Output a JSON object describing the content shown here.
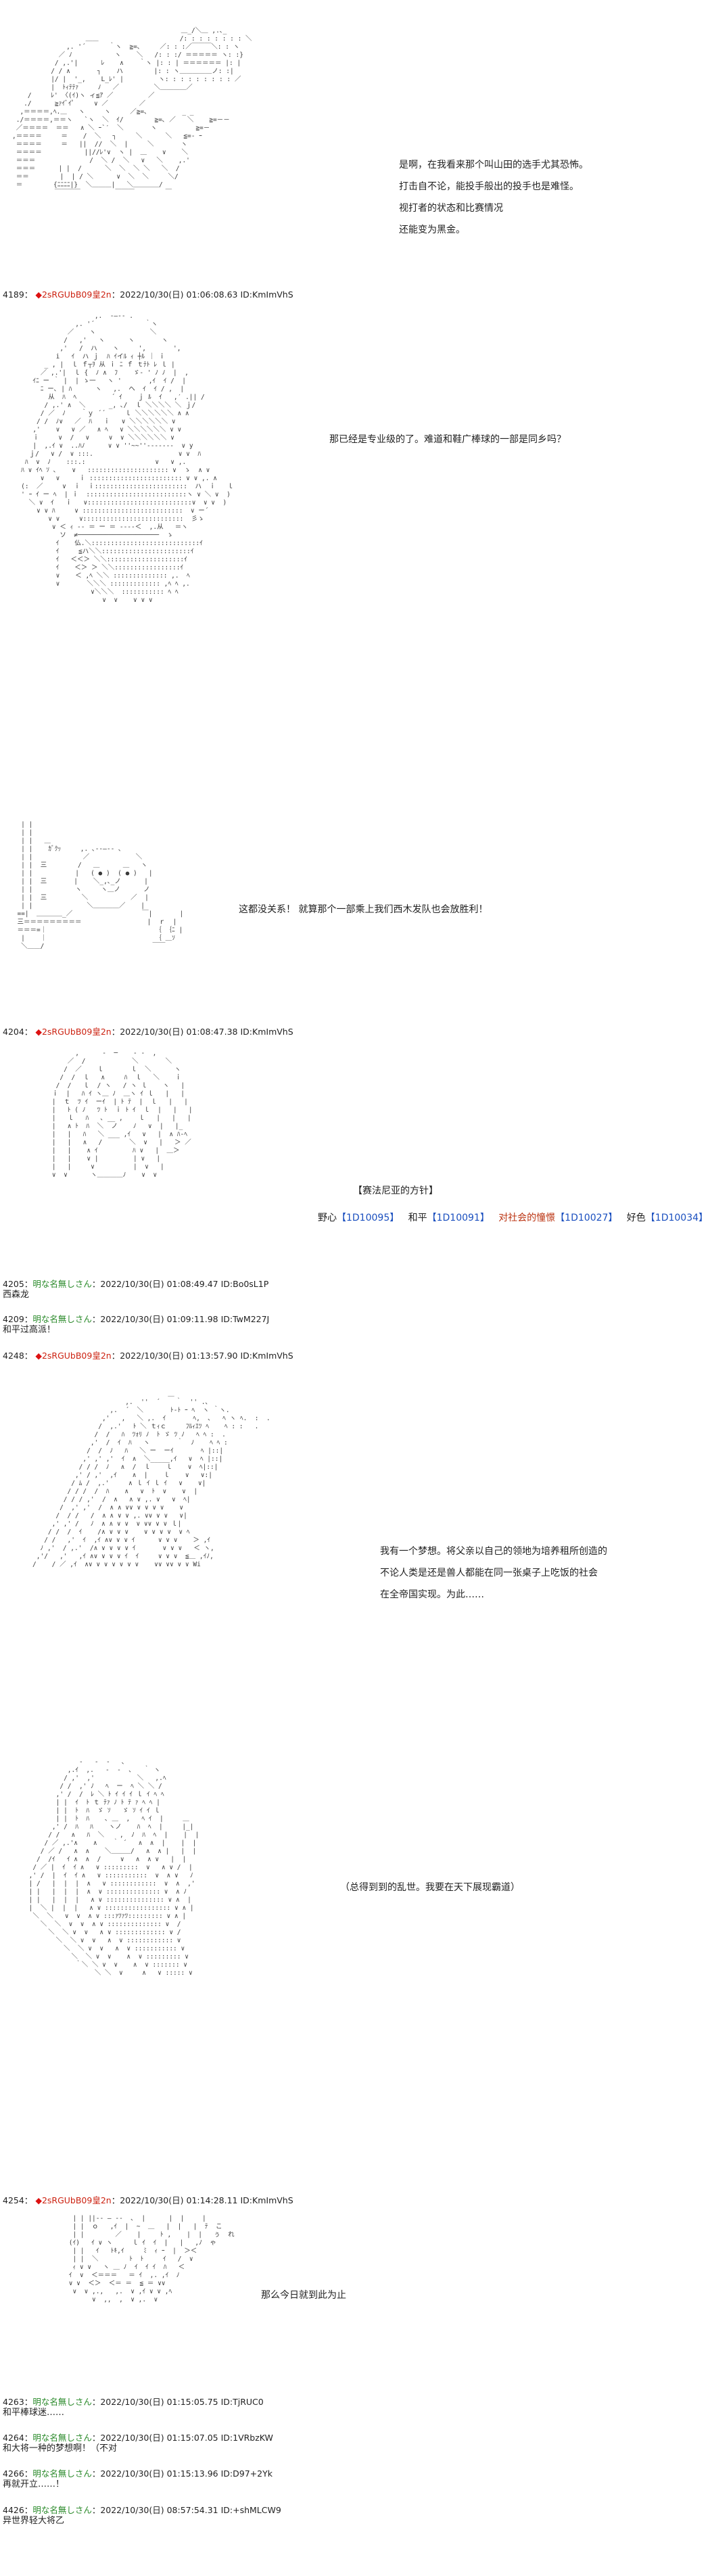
{
  "posts": [
    {
      "lines": [
        "是啊，在我看来那个叫山田的选手尤其恐怖。",
        "打击自不论，能投手般出的投手也是难怪。",
        "视打者的状态和比赛情况",
        "还能变为黑金。"
      ]
    },
    {
      "meta": {
        "number": "4189：",
        "diamond": "◆",
        "name": "2sRGUbB09皇2n",
        "date": "：2022/10/30(日) 01:06:08.63 ID:KmImVhS"
      },
      "lines": [
        "那已经是专业级的了。难道和鞋广棒球的一部是同乡吗？"
      ]
    },
    {
      "lines": [
        "这都没关系！ 就算那个一部乘上我们西木发队也会放胜利！"
      ]
    },
    {
      "meta": {
        "number": "4204：",
        "diamond": "◆",
        "name": "2sRGUbB09皇2n",
        "date": "：2022/10/30(日) 01:08:47.38 ID:KmImVhS"
      },
      "title": "【赛法尼亚的方针】",
      "options": [
        {
          "label": "野心",
          "ref": "【1D10095】"
        },
        {
          "label": "和平",
          "ref": "【1D10091】"
        },
        {
          "label": "对社会的憧憬",
          "ref": "【1D10027】"
        },
        {
          "label": "好色",
          "ref": "【1D10034】"
        }
      ]
    },
    {
      "meta": {
        "number": "4205：",
        "name": "明な名無しさん",
        "date": "：2022/10/30(日) 01:08:49.47 ID:Bo0sL1P"
      },
      "reply": "西森龙"
    },
    {
      "meta": {
        "number": "4209：",
        "name": "明な名無しさん",
        "date": "：2022/10/30(日) 01:09:11.98 ID:TwM227J"
      },
      "reply": "和平过高派！"
    },
    {
      "meta": {
        "number": "4248：",
        "diamond": "◆",
        "name": "2sRGUbB09皇2n",
        "date": "：2022/10/30(日) 01:13:57.90 ID:KmImVhS"
      },
      "lines": [
        "我有一个梦想。将父亲以自己的领地为培养租所创造的",
        "不论人类是还是兽人都能在同一张桌子上吃饭的社会",
        "在全帝国实现。为此……"
      ]
    },
    {
      "lines": [
        "（总得到到的乱世。我要在天下展现霸道）"
      ]
    },
    {
      "meta": {
        "number": "4254：",
        "diamond": "◆",
        "name": "2sRGUbB09皇2n",
        "date": "：2022/10/30(日) 01:14:28.11 ID:KmImVhS"
      },
      "lines": [
        "那么今日就到此为止"
      ]
    },
    {
      "meta": {
        "number": "4263：",
        "name": "明な名無しさん",
        "date": "：2022/10/30(日) 01:15:05.75 ID:TjRUC0"
      },
      "reply": "和平棒球迷……"
    },
    {
      "meta": {
        "number": "4264：",
        "name": "明な名無しさん",
        "date": "：2022/10/30(日) 01:15:07.05 ID:1VRbzKW"
      },
      "reply": "和大将一种的梦想啊！（不对"
    },
    {
      "meta": {
        "number": "4266：",
        "name": "明な名無しさん",
        "date": "：2022/10/30(日) 01:15:13.96 ID:D97+2Yk"
      },
      "reply": "再就开立……！"
    },
    {
      "meta": {
        "number": "4426：",
        "name": "明な名無しさん",
        "date": "：2022/10/30(日) 08:57:54.31 ID:+shMLCW9"
      },
      "reply": "异世界轻大将乙"
    }
  ]
}
